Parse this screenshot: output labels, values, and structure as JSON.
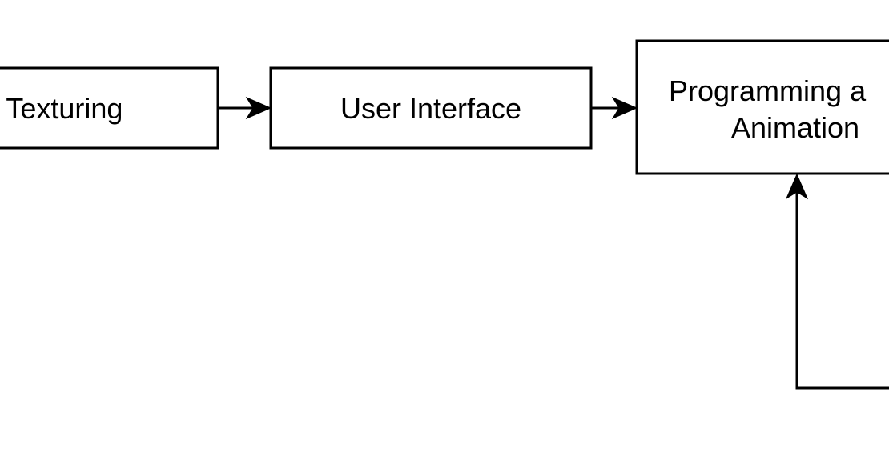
{
  "diagram": {
    "nodes": [
      {
        "id": "texturing",
        "lines": [
          "le, Texturing"
        ]
      },
      {
        "id": "user-interface",
        "lines": [
          "User Interface"
        ]
      },
      {
        "id": "programming-animation",
        "lines": [
          "Programming a",
          "Animation"
        ]
      }
    ],
    "edges": [
      {
        "from": "texturing",
        "to": "user-interface"
      },
      {
        "from": "user-interface",
        "to": "programming-animation"
      },
      {
        "from": "offscreen-node",
        "to": "programming-animation"
      }
    ],
    "colors": {
      "stroke": "#000000",
      "fill": "#ffffff",
      "text": "#000000"
    }
  }
}
